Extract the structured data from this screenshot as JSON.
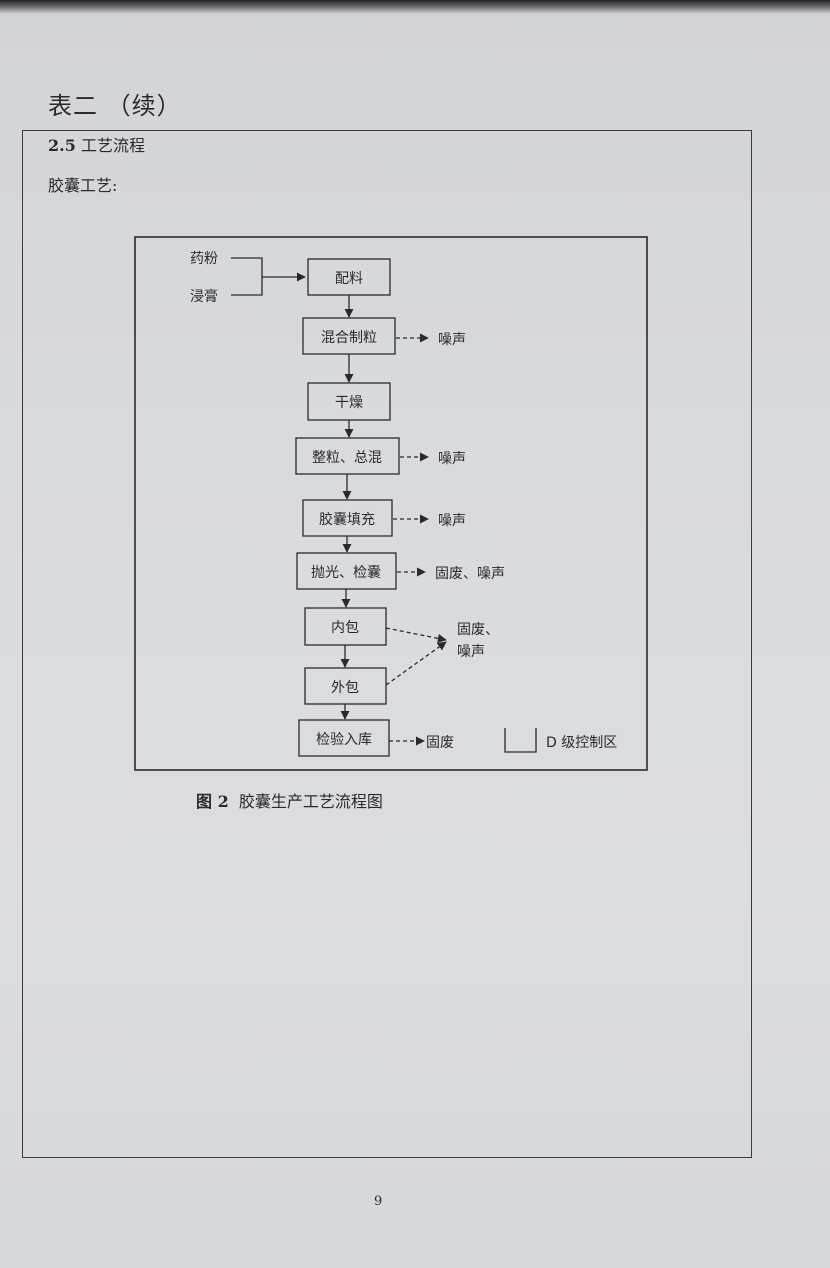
{
  "page": {
    "heading": "表二 （续）",
    "section_number": "2.5",
    "section_title": "工艺流程",
    "subtitle": "胶囊工艺:",
    "caption_number": "图 2",
    "caption_text": "胶囊生产工艺流程图",
    "page_number": "9"
  },
  "diagram": {
    "inputs": [
      "药粉",
      "浸膏"
    ],
    "steps": [
      {
        "label": "配料",
        "output": ""
      },
      {
        "label": "混合制粒",
        "output": "噪声"
      },
      {
        "label": "干燥",
        "output": ""
      },
      {
        "label": "整粒、总混",
        "output": "噪声"
      },
      {
        "label": "胶囊填充",
        "output": "噪声"
      },
      {
        "label": "抛光、检囊",
        "output": "固废、噪声"
      },
      {
        "label": "内包",
        "output": ""
      },
      {
        "label": "外包",
        "output": ""
      },
      {
        "label": "检验入库",
        "output": "固废"
      }
    ],
    "shared_output_lines": [
      "固废、",
      "噪声"
    ],
    "legend_label": "D 级控制区",
    "colors": {
      "line": "#2a2a2e",
      "paper": "#d9dade"
    }
  }
}
